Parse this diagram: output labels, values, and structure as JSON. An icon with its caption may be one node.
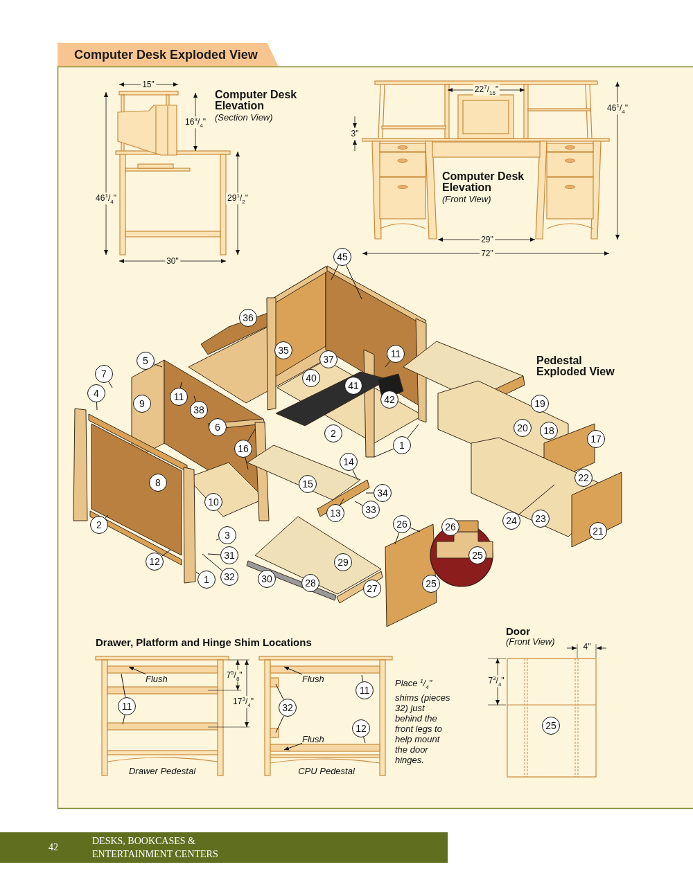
{
  "diagram": {
    "title": "Computer Desk Exploded View",
    "nodes": [
      {
        "text": [
          "45"
        ]
      },
      {
        "text": [
          "36"
        ]
      },
      {
        "text": [
          "35"
        ]
      },
      {
        "text": [
          "37"
        ]
      },
      {
        "text": [
          "11"
        ]
      },
      {
        "text": [
          "40"
        ]
      },
      {
        "text": [
          "41"
        ]
      },
      {
        "text": [
          "5"
        ]
      },
      {
        "text": [
          "7"
        ]
      },
      {
        "text": [
          "42"
        ]
      },
      {
        "text": [
          "4"
        ]
      },
      {
        "text": [
          "9"
        ]
      },
      {
        "text": [
          "11"
        ]
      },
      {
        "text": [
          "38"
        ]
      },
      {
        "text": [
          "6"
        ]
      },
      {
        "text": [
          "16"
        ]
      },
      {
        "text": [
          "2"
        ]
      },
      {
        "text": [
          "1"
        ]
      },
      {
        "text": [
          "8"
        ]
      },
      {
        "text": [
          "10"
        ]
      },
      {
        "text": [
          "15"
        ]
      },
      {
        "text": [
          "14"
        ]
      },
      {
        "text": [
          "34"
        ]
      },
      {
        "text": [
          "13"
        ]
      },
      {
        "text": [
          "33"
        ]
      },
      {
        "text": [
          "2"
        ]
      },
      {
        "text": [
          "3"
        ]
      },
      {
        "text": [
          "31"
        ]
      },
      {
        "text": [
          "32"
        ]
      },
      {
        "text": [
          "12"
        ]
      },
      {
        "text": [
          "1"
        ]
      },
      {
        "text": [
          "30"
        ]
      },
      {
        "text": [
          "29"
        ]
      },
      {
        "text": [
          "28"
        ]
      },
      {
        "text": [
          "27"
        ]
      },
      {
        "text": [
          "26"
        ]
      },
      {
        "text": [
          "26"
        ]
      },
      {
        "text": [
          "25"
        ]
      },
      {
        "text": [
          "25"
        ]
      },
      {
        "text": [
          "19"
        ]
      },
      {
        "text": [
          "20"
        ]
      },
      {
        "text": [
          "18"
        ]
      },
      {
        "text": [
          "17"
        ]
      },
      {
        "text": [
          "22"
        ]
      },
      {
        "text": [
          "24"
        ]
      },
      {
        "text": [
          "23"
        ]
      },
      {
        "text": [
          "21"
        ]
      },
      {
        "text": [
          "Flush"
        ]
      },
      {
        "text": [
          "11"
        ]
      },
      {
        "text": [
          "Flush"
        ]
      },
      {
        "text": [
          "11"
        ]
      },
      {
        "text": [
          "32"
        ]
      },
      {
        "text": [
          "Flush"
        ]
      },
      {
        "text": [
          "12"
        ]
      },
      {
        "text": [
          "25"
        ]
      }
    ],
    "edges": [
      {
        "from": 0,
        "to": null,
        "arrow": "none"
      },
      {
        "from": 0,
        "to": null,
        "arrow": "none"
      },
      {
        "from": 4,
        "to": null,
        "arrow": "none"
      },
      {
        "from": 7,
        "to": null,
        "arrow": "none"
      },
      {
        "from": 8,
        "to": null,
        "arrow": "none"
      },
      {
        "from": 10,
        "to": null,
        "arrow": "none"
      },
      {
        "from": 12,
        "to": null,
        "arrow": "none"
      },
      {
        "from": 13,
        "to": null,
        "arrow": "none"
      },
      {
        "from": 15,
        "to": null,
        "arrow": "none"
      },
      {
        "from": 15,
        "to": null,
        "arrow": "none"
      },
      {
        "from": 17,
        "to": null,
        "arrow": "none"
      },
      {
        "from": 17,
        "to": null,
        "arrow": "none"
      },
      {
        "from": 21,
        "to": null,
        "arrow": "none"
      },
      {
        "from": 22,
        "to": null,
        "arrow": "none"
      },
      {
        "from": 23,
        "to": null,
        "arrow": "none"
      },
      {
        "from": 24,
        "to": null,
        "arrow": "none"
      },
      {
        "from": 25,
        "to": null,
        "arrow": "none"
      },
      {
        "from": 26,
        "to": null,
        "arrow": "none"
      },
      {
        "from": 27,
        "to": null,
        "arrow": "none"
      },
      {
        "from": 28,
        "to": null,
        "arrow": "none"
      },
      {
        "from": 29,
        "to": null,
        "arrow": "none"
      },
      {
        "from": 30,
        "to": null,
        "arrow": "none"
      },
      {
        "from": 35,
        "to": null,
        "arrow": "none"
      },
      {
        "from": 35,
        "to": null,
        "arrow": "none"
      },
      {
        "from": 44,
        "to": null,
        "arrow": "none"
      },
      {
        "from": 47,
        "to": null,
        "arrow": "to"
      },
      {
        "from": 48,
        "to": null,
        "arrow": "none"
      },
      {
        "from": 48,
        "to": null,
        "arrow": "none"
      },
      {
        "from": 49,
        "to": null,
        "arrow": "to"
      },
      {
        "from": 50,
        "to": null,
        "arrow": "none"
      },
      {
        "from": 51,
        "to": null,
        "arrow": "none"
      },
      {
        "from": 51,
        "to": null,
        "arrow": "none"
      },
      {
        "from": 52,
        "to": null,
        "arrow": "to"
      },
      {
        "from": 53,
        "to": null,
        "arrow": "none"
      }
    ],
    "labels": [
      "15\"",
      "22$^{7}$/$_{16}$\"",
      "Computer Desk Elevation",
      "(Section View)",
      "46$^{1}$/$_{4}$\"",
      "16$^{3}$/$_{4}$\"",
      "3\"",
      "46$^{1}$/$_{4}$\"",
      "29$^{1}$/$_{2}$\"",
      "Computer Desk Elevation",
      "(Front View)",
      "29\"",
      "30\"",
      "72\"",
      "Pedestal Exploded View",
      "Drawer, Platform and Hinge Shim Locations",
      "Door",
      "(Front View)",
      "7$^{5}$/$_{8}$\"",
      "Place $^{1}$/$_{4}$\" shims (pieces 32) just behind the front legs to help mount the door hinges.",
      "7$^{3}$/$_{4}$\"",
      "17$^{3}$/$_{4}$\"",
      "Drawer Pedestal",
      "CPU Pedestal",
      "4\"",
      "42",
      "DESKS, BOOKCASES & ENTERTAINMENT CENTERS"
    ]
  }
}
